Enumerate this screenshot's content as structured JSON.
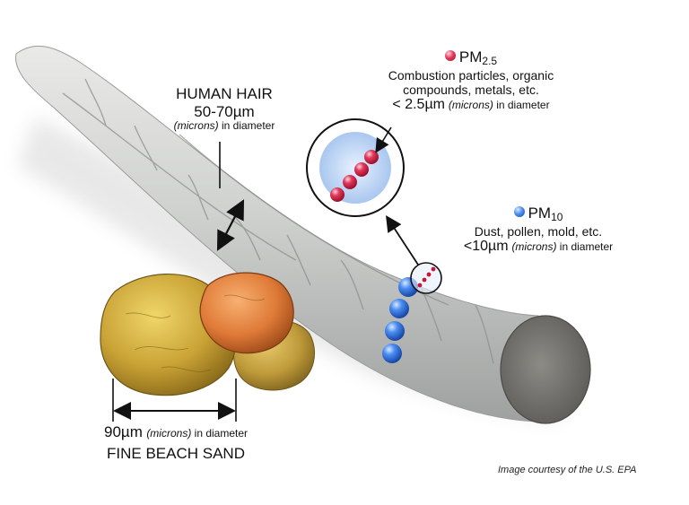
{
  "colors": {
    "pm25": "#d11a3a",
    "pm10": "#2a6fdc",
    "hair": "#c9cbc9",
    "sand_gold": "#d2aa3a",
    "sand_orange": "#e07a3a"
  },
  "human_hair": {
    "title": "HUMAN HAIR",
    "size": "50-70µm",
    "units_italic": "(microns)",
    "units_suffix": " in diameter"
  },
  "pm25": {
    "label_main": "PM",
    "label_sub": "2.5",
    "line1": "Combustion particles, organic",
    "line2": "compounds, metals, etc.",
    "size": "< 2.5µm",
    "units_italic": "(microns)",
    "units_suffix": " in diameter"
  },
  "pm10": {
    "label_main": "PM",
    "label_sub": "10",
    "line1": "Dust, pollen, mold, etc.",
    "size": "<10µm",
    "units_italic": "(microns)",
    "units_suffix": " in diameter"
  },
  "sand": {
    "size": "90µm",
    "units_italic": "(microns)",
    "units_suffix": " in diameter",
    "title": "FINE BEACH SAND"
  },
  "credit": "Image courtesy of the U.S. EPA"
}
